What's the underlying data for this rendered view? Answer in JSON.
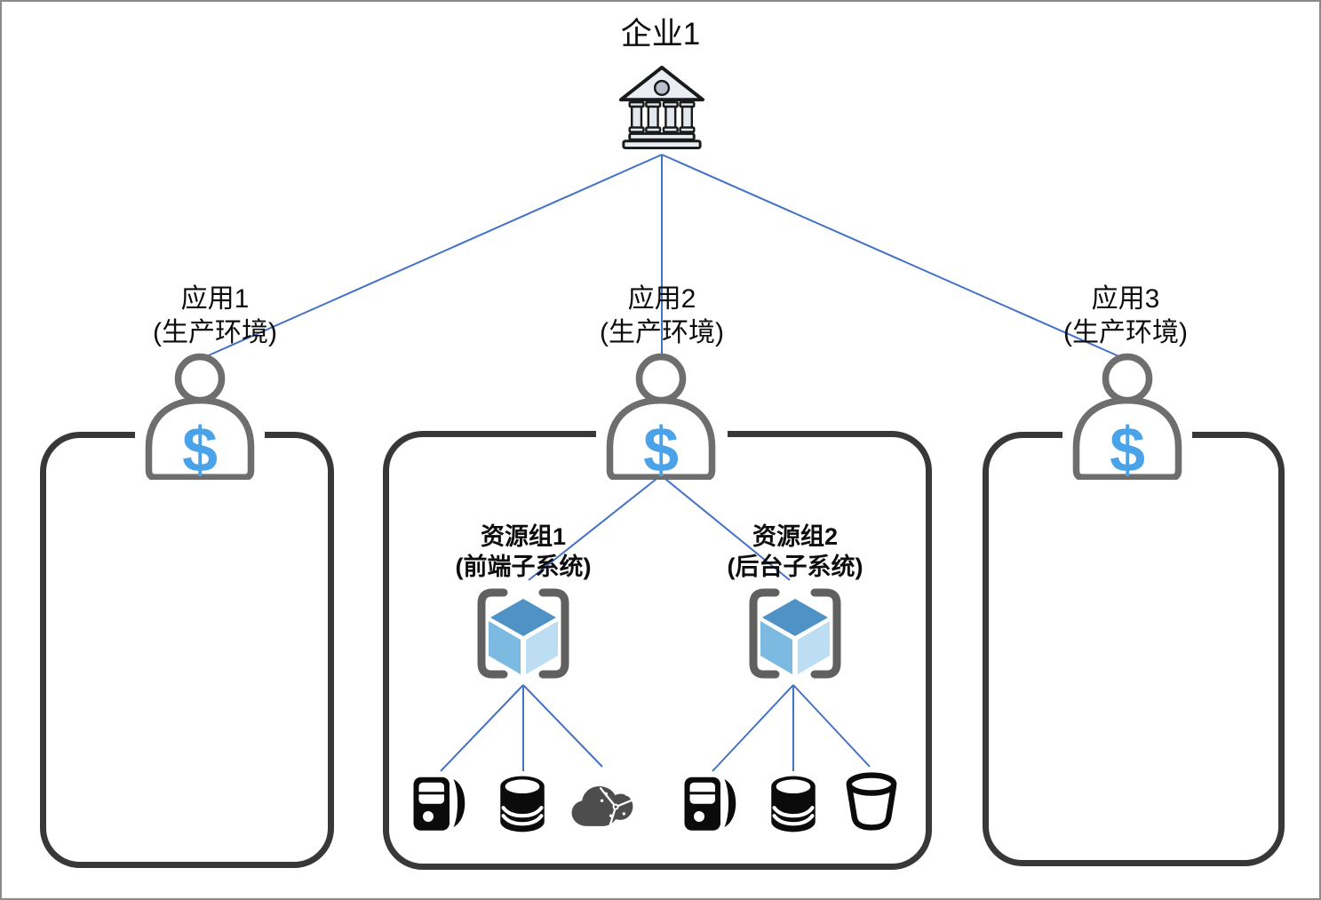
{
  "title": "企业1",
  "currency_symbol": "$",
  "enterprise": {
    "label": "企业1",
    "icon": "bank-icon"
  },
  "applications": [
    {
      "label": "应用1",
      "sublabel": "(生产环境)",
      "icon": "user-dollar-icon"
    },
    {
      "label": "应用2",
      "sublabel": "(生产环境)",
      "icon": "user-dollar-icon"
    },
    {
      "label": "应用3",
      "sublabel": "(生产环境)",
      "icon": "user-dollar-icon"
    }
  ],
  "resource_groups": [
    {
      "label": "资源组1",
      "sublabel": "(前端子系统)",
      "icon": "resource-group-cube-icon",
      "resources": [
        "server",
        "database",
        "cloud-network"
      ]
    },
    {
      "label": "资源组2",
      "sublabel": "(后台子系统)",
      "icon": "resource-group-cube-icon",
      "resources": [
        "server",
        "database",
        "storage-bucket"
      ]
    }
  ],
  "colors": {
    "connector_blue": "#4472c4",
    "dollar_blue": "#4aa2e8",
    "person_gray": "#6e6e6e",
    "container_stroke": "#383838",
    "outer_frame_gray": "#8a8a8a",
    "cube_top": "#4e92c6",
    "cube_left": "#7cbae2",
    "cube_right": "#bdddf3",
    "cloud_gray": "#4d4d4d",
    "bank_fill": "#eaedf3"
  }
}
